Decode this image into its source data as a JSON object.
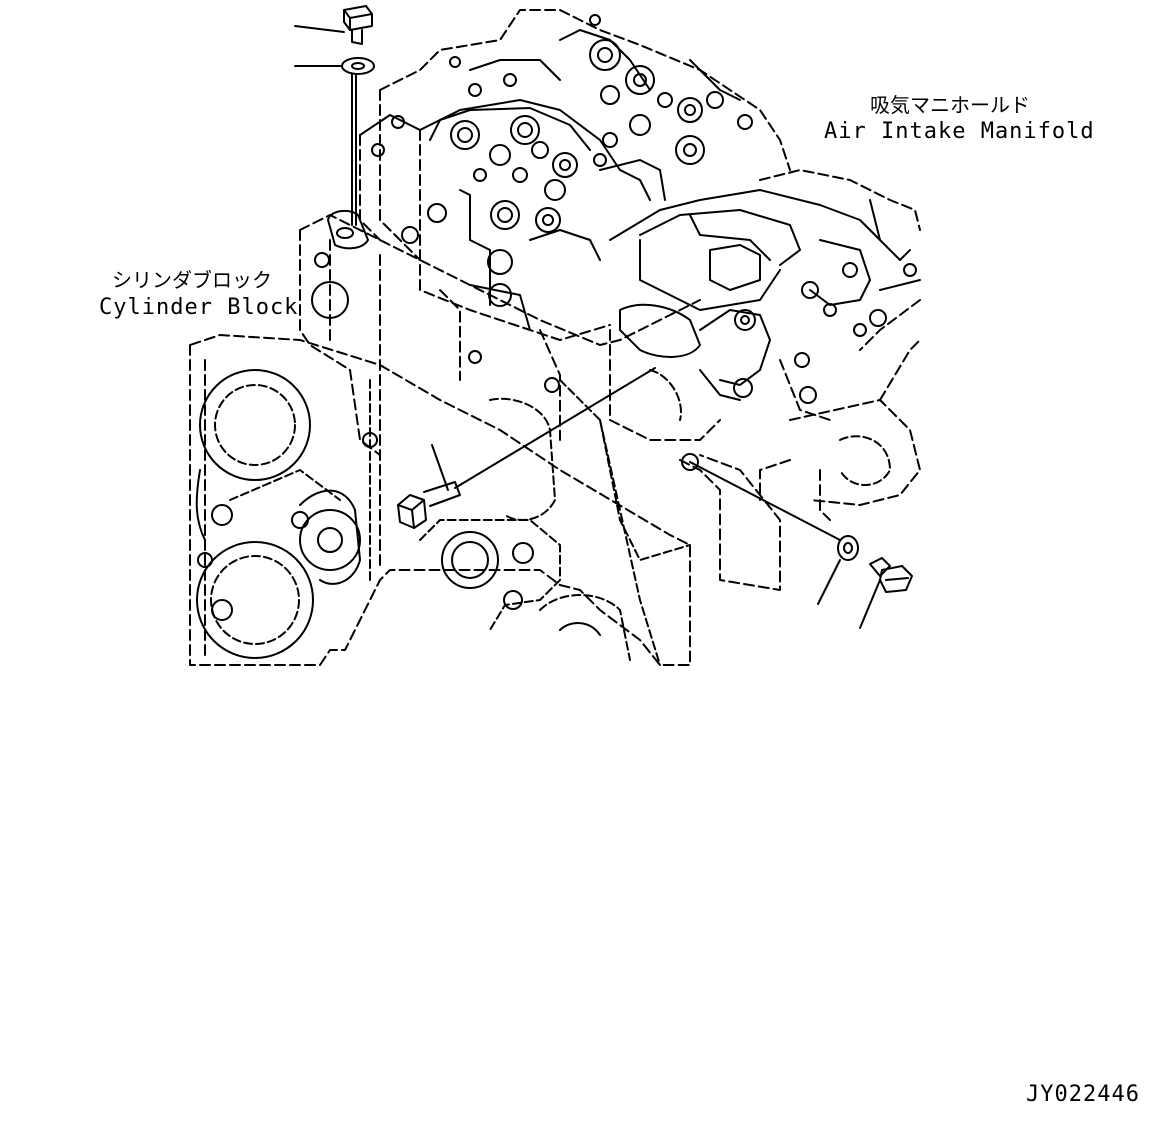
{
  "labels": {
    "intake_jp": "吸気マニホールド",
    "intake_en": "Air Intake Manifold",
    "block_jp": "シリンダブロック",
    "block_en": "Cylinder Block"
  },
  "drawing_number": "JY022446",
  "colors": {
    "line": "#000000",
    "background": "#ffffff"
  }
}
